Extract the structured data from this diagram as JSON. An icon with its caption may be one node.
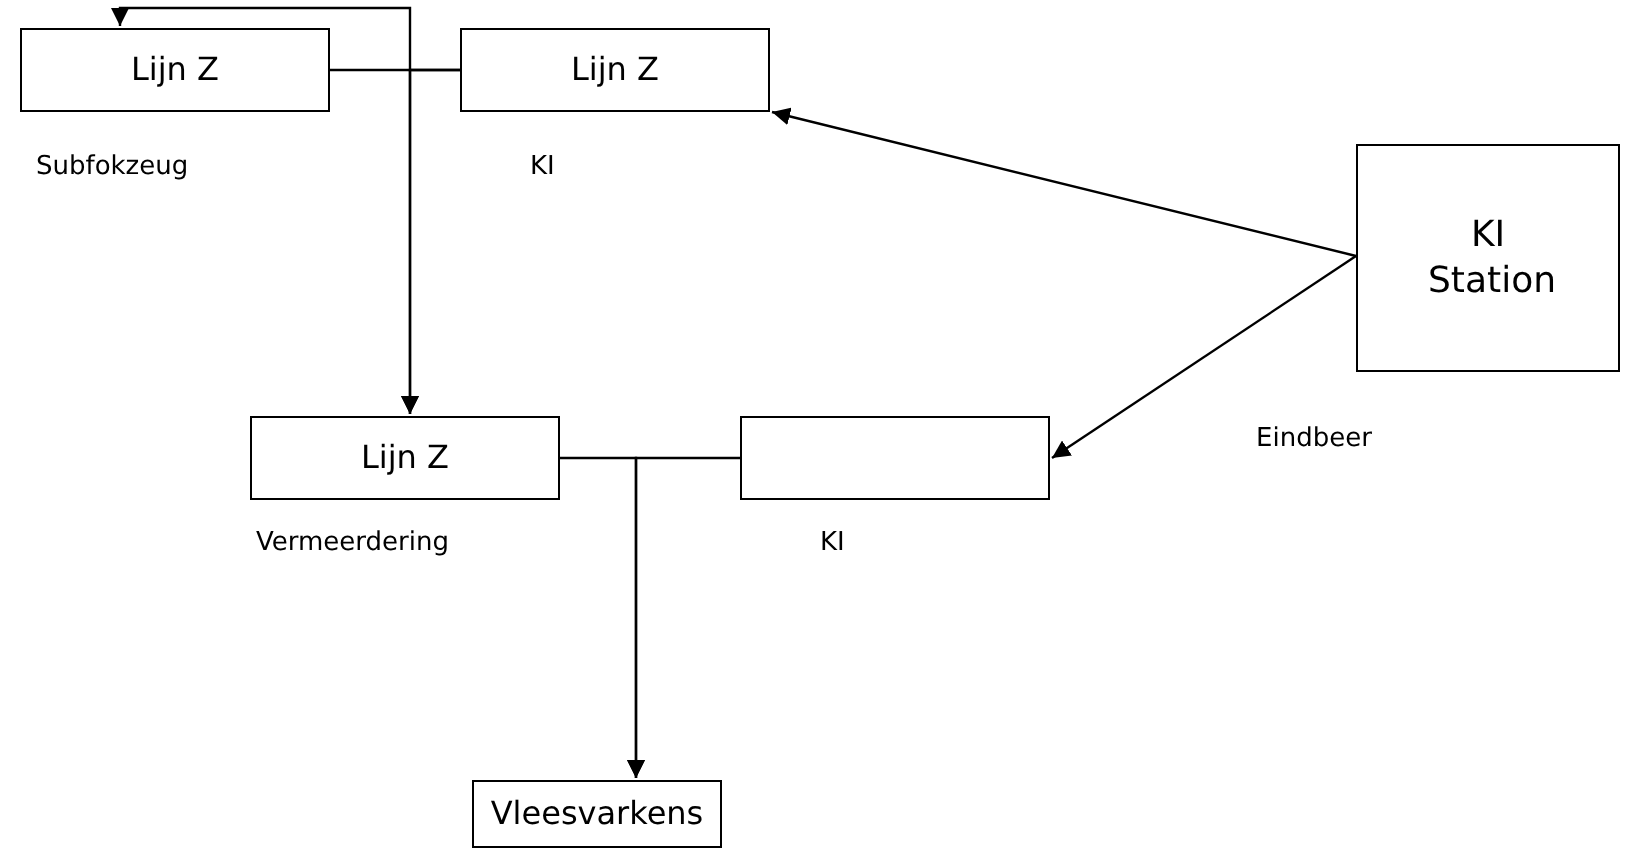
{
  "diagram": {
    "nodes": [
      {
        "text": [
          "Lijn Z"
        ],
        "beside": [
          "Subfokzeug"
        ]
      },
      {
        "text": [
          "Lijn Z"
        ],
        "beside": [
          "KI"
        ]
      },
      {
        "text": [
          "KI Station"
        ]
      },
      {
        "text": [
          "Lijn Z"
        ],
        "beside": [
          "Vermeerdering"
        ]
      },
      {
        "text": [],
        "shape": "box",
        "beside": [
          "KI"
        ]
      },
      {
        "text": [
          "Vleesvarkens"
        ]
      }
    ],
    "edges": [
      {
        "from": 0,
        "to": 3,
        "arrow": "to"
      },
      {
        "from": 1,
        "to": 3,
        "arrow": "to"
      },
      {
        "from": 1,
        "to": 0,
        "arrow": "to"
      },
      {
        "from": 2,
        "to": 1,
        "arrow": "to"
      },
      {
        "from": 2,
        "to": 4,
        "arrow": "to"
      },
      {
        "from": 3,
        "to": 5,
        "arrow": "to"
      },
      {
        "from": 4,
        "to": 5,
        "arrow": "to"
      }
    ],
    "labels": [
      "Eindbeer"
    ]
  }
}
